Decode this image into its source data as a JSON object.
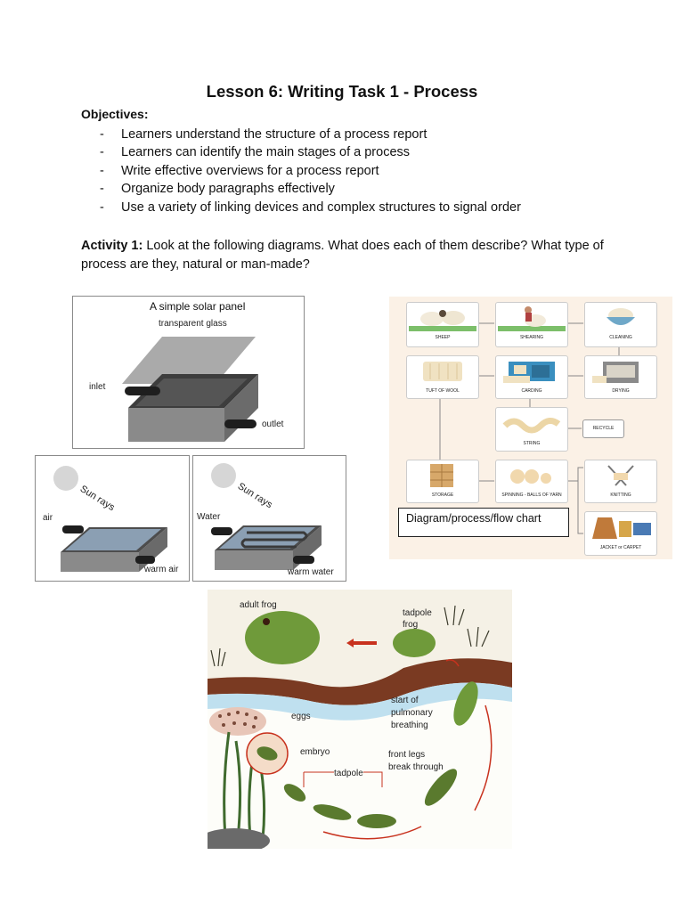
{
  "title": "Lesson 6: Writing Task 1 - Process",
  "objectives_heading": "Objectives:",
  "objectives": [
    "Learners understand the structure of a process report",
    "Learners can identify the main stages of a process",
    "Write effective overviews for a process report",
    "Organize body paragraphs effectively",
    "Use a variety of linking devices and complex structures to signal order"
  ],
  "bullet": "-",
  "activity": {
    "label": "Activity 1:",
    "text": " Look at the following diagrams. What does each of them describe? What type of process are they, natural or man-made?"
  },
  "solar": {
    "title": "A simple solar panel",
    "glass": "transparent glass",
    "inlet": "inlet",
    "outlet": "outlet",
    "sun_rays": "Sun rays",
    "air": "air",
    "warm_air": "warm air",
    "water": "Water",
    "warm_water": "warm water"
  },
  "wool": {
    "stages": {
      "sheep": "SHEEP",
      "shearing": "SHEARING",
      "cleaning": "CLEANING",
      "tuft": "TUFT OF WOOL",
      "carding": "CARDING",
      "drying": "DRYING",
      "string": "STRING",
      "recycle": "RECYCLE",
      "storage": "STORAGE",
      "spinning": "SPINNING - BALLS OF YARN",
      "knitting": "KNITTING",
      "jacket": "JACKET or CARPET"
    },
    "caption": "Diagram/process/flow chart"
  },
  "frog": {
    "adult": "adult frog",
    "tadpole_frog": "tadpole\nfrog",
    "start": "start of\npulmonary\nbreathing",
    "eggs": "eggs",
    "embryo": "embryo",
    "tadpole": "tadpole",
    "front_legs": "front legs\nbreak through"
  }
}
